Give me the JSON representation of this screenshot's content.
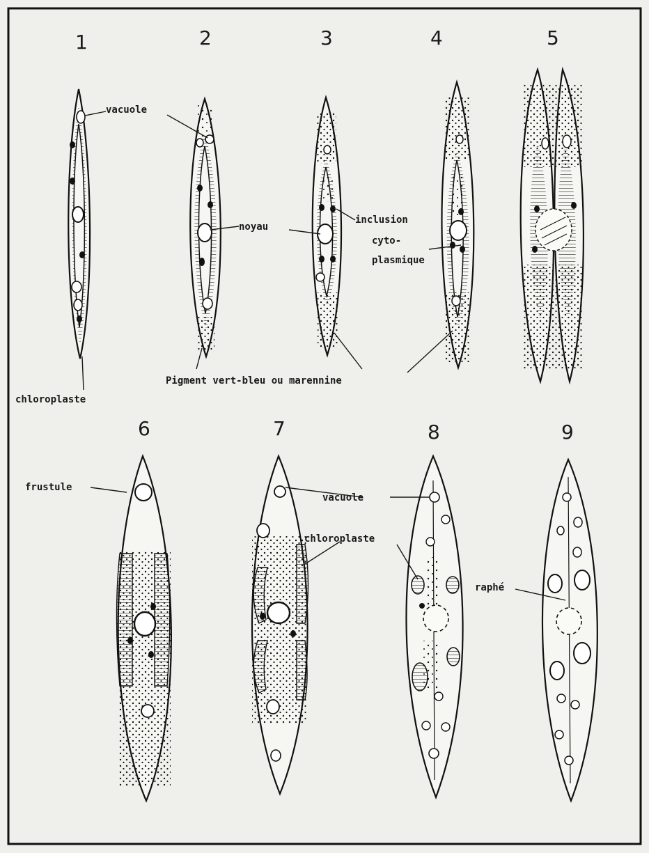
{
  "figure_numbers": [
    "1",
    "2",
    "3",
    "4",
    "5",
    "6",
    "7",
    "8",
    "9"
  ],
  "labels": {
    "vacuole_top": "vacuole",
    "noyau": "noyau",
    "inclusion_1": "inclusion",
    "inclusion_2": "cyto-",
    "inclusion_3": "plasmique",
    "pigment": "Pigment vert-bleu ou marennine",
    "chloroplaste_top": "chloroplaste",
    "frustule": "frustule",
    "vacuole_bottom": "vacuole",
    "chloroplaste_bottom": "chloroplaste",
    "raphe": "raphé"
  },
  "colors": {
    "ink": "#1a1a1a",
    "paper": "#efefeb"
  }
}
